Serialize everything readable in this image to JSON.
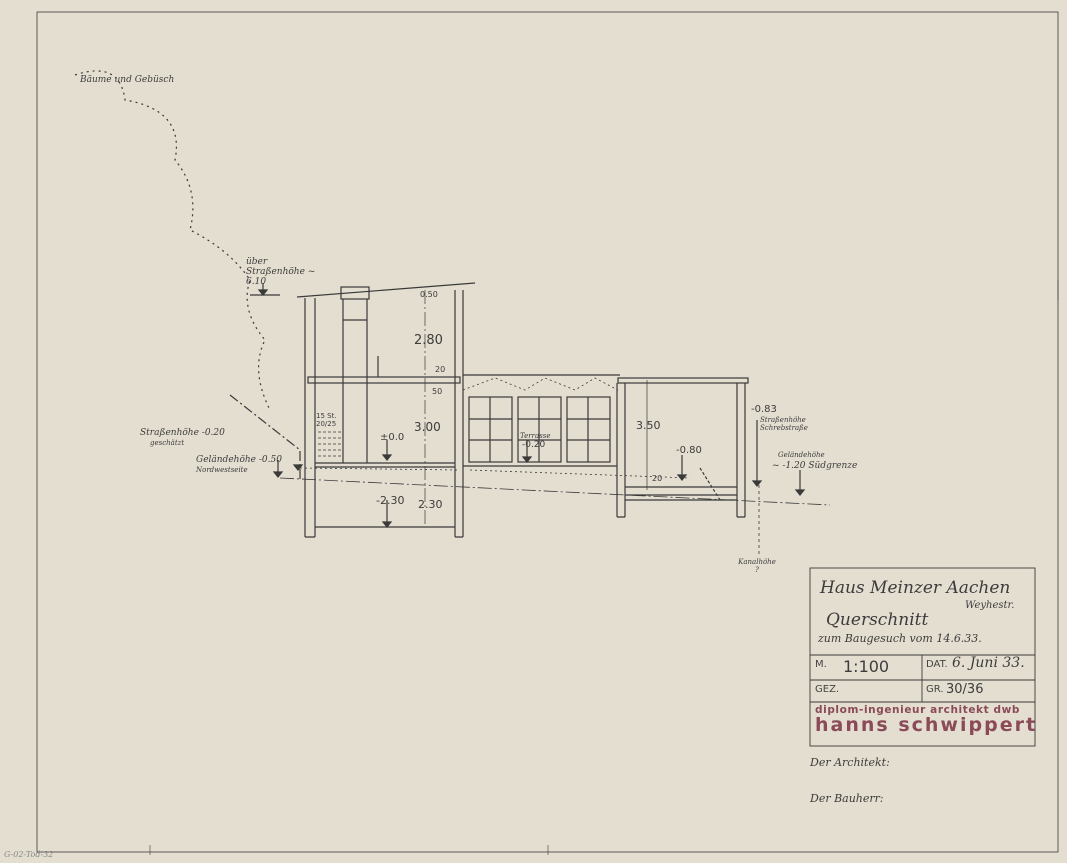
{
  "drawing": {
    "trees_label": "Bäume und Gebüsch",
    "street_height_top": "über Straßenhöhe ~ 6.10",
    "street_height_left": "Straßenhöhe -0.20",
    "street_height_left_note": "geschätzt",
    "ground_left": "Geländehöhe -0.50",
    "ground_left_note": "Nordwestseite",
    "dim_roof": "0.50",
    "dim_upper": "2.80",
    "dim_slab": "20",
    "dim_parapet": "50",
    "dim_ground": "3.00",
    "dim_stairs": "15 St. 20/25",
    "level_zero": "±0.0",
    "level_basement": "-2.30",
    "dim_basement": "2.30",
    "terrace_label": "Terrasse",
    "terrace_level": "-0.20",
    "dim_right": "3.50",
    "level_right": "-0.80",
    "dim_right_slab": "20",
    "street_right_level": "-0.83",
    "street_right_label": "Straßenhöhe Schrebstraße",
    "ground_right_label": "Geländehöhe",
    "ground_right_level": "~ -1.20 Südgrenze",
    "sewer_label": "Kanalhöhe ?"
  },
  "title_block": {
    "project": "Haus Meinzer Aachen",
    "street": "Weyhestr.",
    "sheet": "Querschnitt",
    "purpose": "zum Baugesuch vom 14.6.33.",
    "scale_label": "M.",
    "scale": "1:100",
    "date_label": "DAT.",
    "date": "6. Juni 33.",
    "drawn_label": "GEZ.",
    "size_label": "GR.",
    "size": "30/36",
    "stamp_line1": "diplom-ingenieur architekt dwb",
    "stamp_line2": "hanns schwippert"
  },
  "signatures": {
    "architect": "Der Architekt:",
    "owner": "Der Bauherr:"
  },
  "archive_mark": "G-02-Tod-32",
  "colors": {
    "paper": "#e4ded1",
    "ink": "#3a3a3a",
    "stamp": "#8a4a58"
  }
}
